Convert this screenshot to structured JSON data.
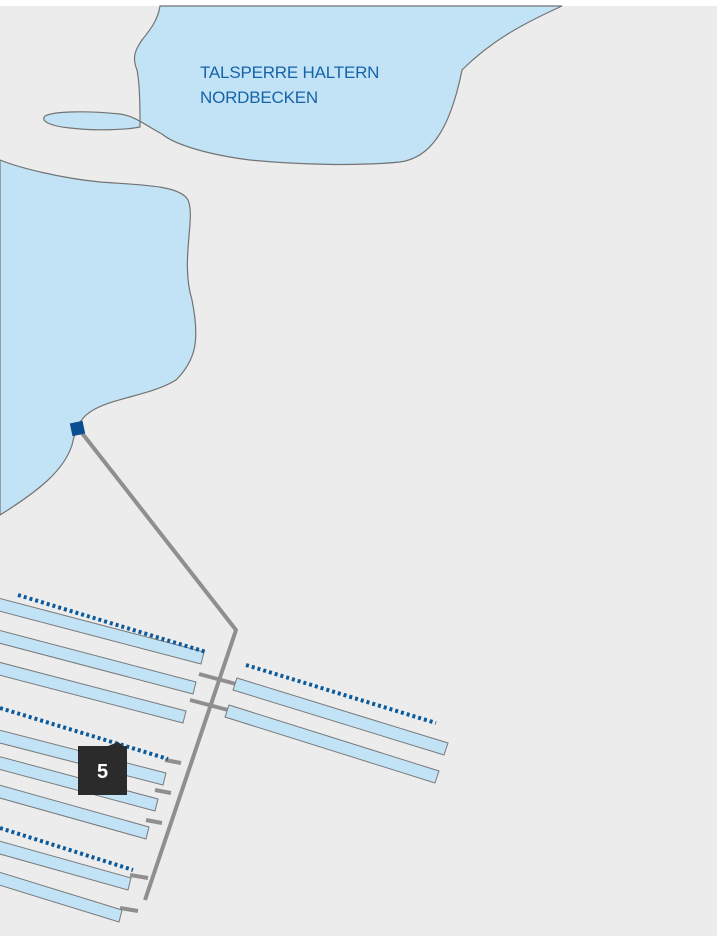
{
  "map": {
    "lake_label_line1": "TALSPERRE HALTERN",
    "lake_label_line2": "NORDBECKEN",
    "marker_label": "5"
  },
  "colors": {
    "land": "#ececec",
    "water": "#c2e3f6",
    "shoreline": "#737373",
    "pipe": "#8f8f8f",
    "basin_fill": "#c2e3f6",
    "basin_stroke": "#7a7a7a",
    "dotted_line": "#0a5a9c",
    "intake": "#0c4f91",
    "label_text": "#1663a8",
    "marker_bg": "#2b2b2b",
    "marker_text": "#ffffff"
  }
}
